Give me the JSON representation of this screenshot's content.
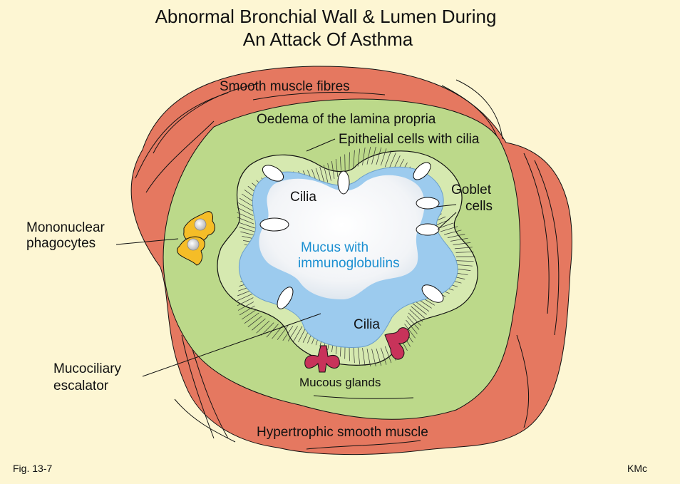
{
  "title": {
    "line1": "Abnormal  Bronchial  Wall &  Lumen  During",
    "line2": "An   Attack  Of  Asthma"
  },
  "labels": {
    "smooth_muscle": "Smooth muscle fibres",
    "oedema": "Oedema of the lamina propria",
    "epithelial": "Epithelial cells with cilia",
    "cilia_top": "Cilia",
    "goblet_1": "Goblet",
    "goblet_2": "cells",
    "mononuclear_1": "Mononuclear",
    "mononuclear_2": "phagocytes",
    "mucus_1": "Mucus with",
    "mucus_2": "immunoglobulins",
    "cilia_bottom": "Cilia",
    "mucociliary_1": "Mucociliary",
    "mucociliary_2": "escalator",
    "mucous_glands": "Mucous glands",
    "hypertrophic": "Hypertrophic smooth muscle"
  },
  "footer": {
    "figure": "Fig. 13-7",
    "author": "KMc"
  },
  "colors": {
    "background": "#fdf6d3",
    "muscle": "#e57860",
    "lamina": "#bcd98a",
    "epithelium": "#d6e9b0",
    "lumen_blue": "#9ccbee",
    "mucus_white": "#f6f8fb",
    "gland": "#c8335a",
    "phagocyte": "#f5bd27",
    "label_blue": "#1a8fd1"
  }
}
